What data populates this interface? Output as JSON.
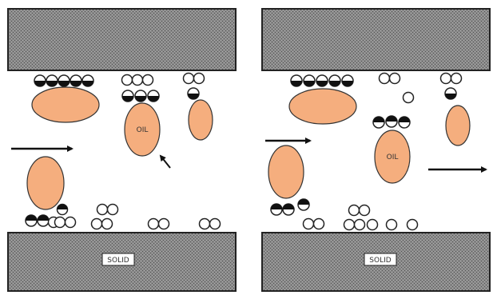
{
  "panels": [
    {
      "solid_label": "SOLID",
      "oil_label": "OIL"
    },
    {
      "solid_label": "SOLID",
      "oil_label": "OIL"
    }
  ],
  "colors": {
    "oil": "#F5AE7E",
    "oil_stroke": "#333333",
    "slab": "#7a7a7a",
    "line": "#111111"
  }
}
